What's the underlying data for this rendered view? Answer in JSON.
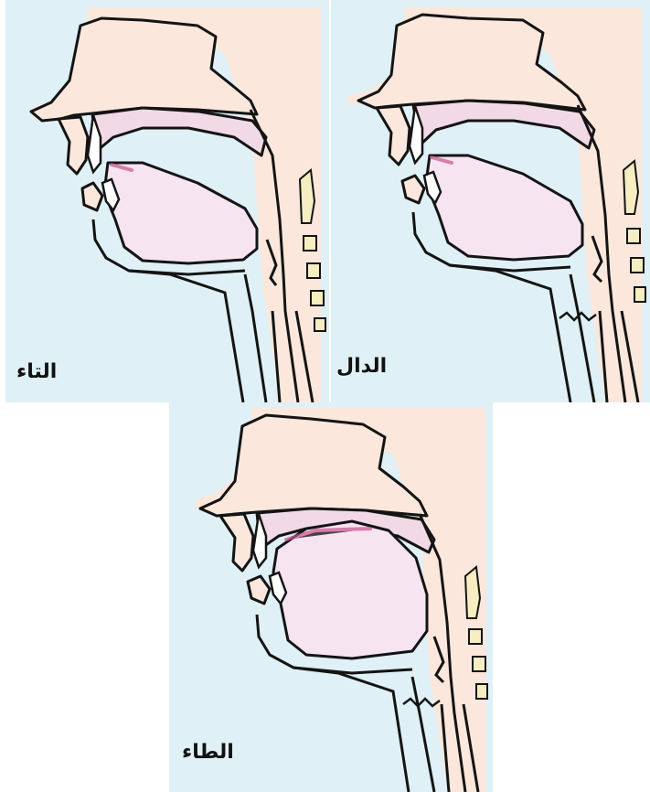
{
  "panels": [
    {
      "id": "ta",
      "label": "التاء"
    },
    {
      "id": "dal",
      "label": "الدال"
    },
    {
      "id": "taa",
      "label": "الطاء"
    }
  ],
  "colors": {
    "background": "#dff0f6",
    "flesh": "#fbe7dc",
    "palate": "#f2d9e6",
    "cavity": "#f7e4f1",
    "stroke": "#141414",
    "vertebra": "#f6edc0",
    "contact": "#c9538d"
  }
}
